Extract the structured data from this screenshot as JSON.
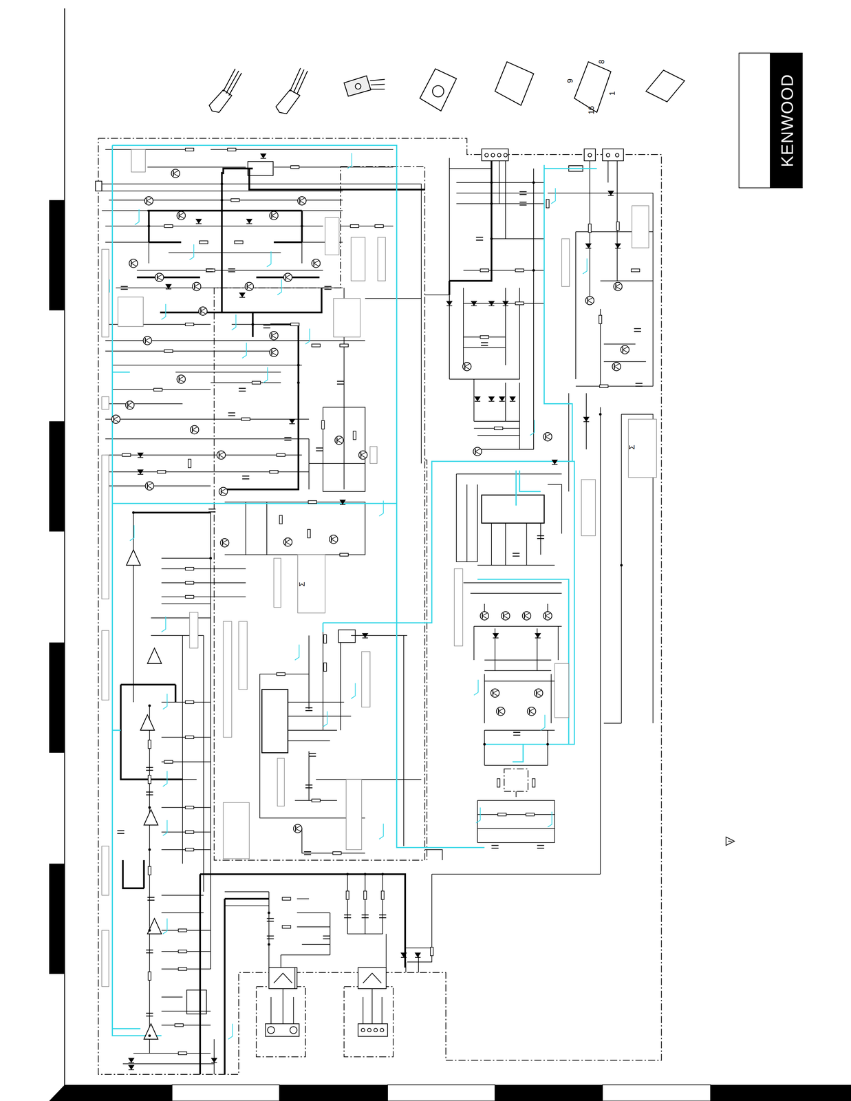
{
  "diagram": {
    "nodes": [
      {
        "text": [
          "KENWOOD"
        ]
      }
    ],
    "labels": [
      "16",
      "9",
      "8",
      "1",
      "Σ",
      "Σ"
    ]
  }
}
